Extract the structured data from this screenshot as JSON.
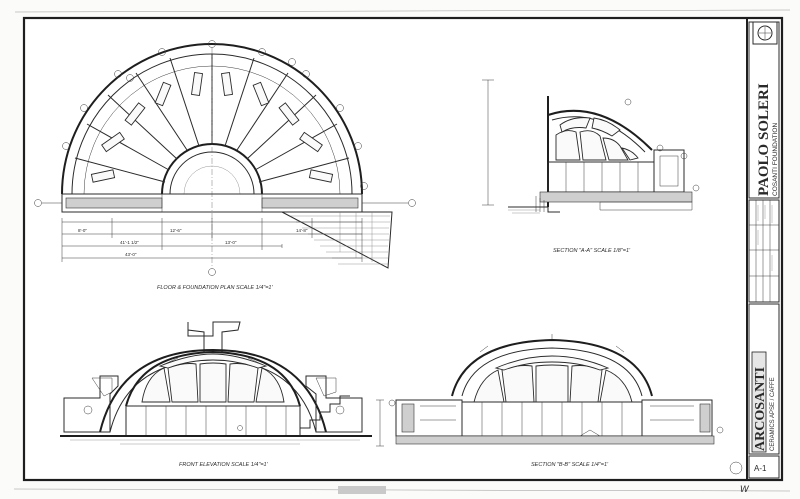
{
  "title_block": {
    "firm_name": "PAOLO SOLERI",
    "firm_sub": "COSANTI FOUNDATION",
    "project": "ARCOSANTI",
    "project_sub": "CERAMICS APSE / CAFFE",
    "sheet_no": "A-1",
    "page_mark": "W"
  },
  "drawings": {
    "plan_label": "FLOOR & FOUNDATION PLAN  SCALE 1/4\"=1'",
    "section_aa_label": "SECTION \"A-A\"  SCALE 1/8\"=1'",
    "front_elev_label": "FRONT ELEVATION  SCALE 1/4\"=1'",
    "section_bb_label": "SECTION \"B-B\"  SCALE 1/4\"=1'"
  },
  "dimensions": {
    "overall_1": "41'-1 1/2\"",
    "overall_2": "43'-0\"",
    "span_1": "8'-0\"",
    "span_2": "12'-6\"",
    "span_3": "13'-0\"",
    "span_4": "14'-8\""
  }
}
